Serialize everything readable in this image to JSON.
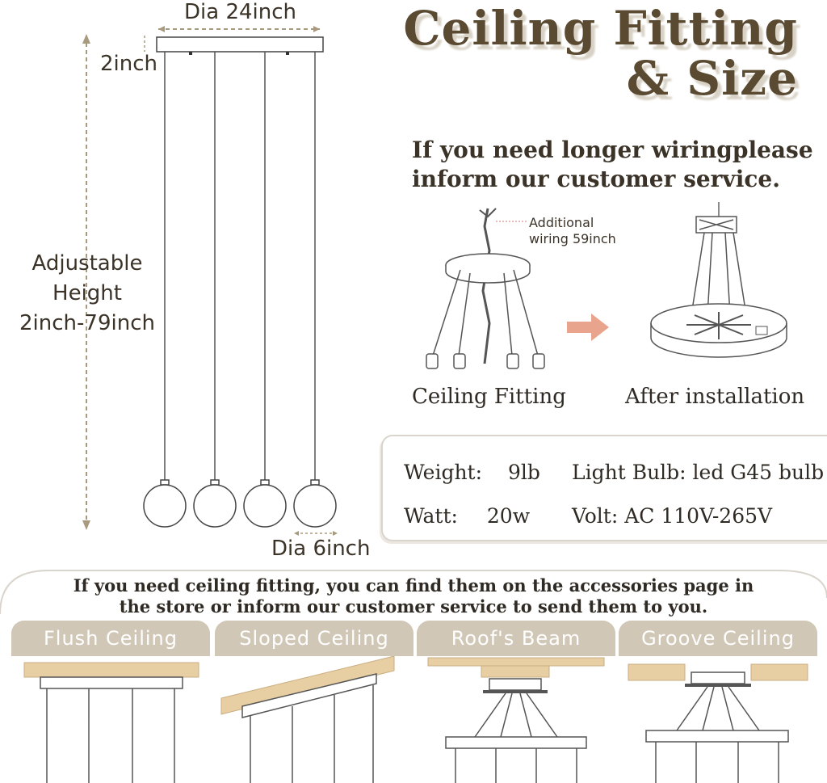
{
  "title": {
    "line1": "Ceiling Fitting",
    "line2": "& Size"
  },
  "wiring_note": {
    "line1": "If you need longer wiringplease",
    "line2": "inform our customer service."
  },
  "dimensions": {
    "diameter": "Dia 24inch",
    "canopy_height": "2inch",
    "adjustable_line1": "Adjustable",
    "adjustable_line2": "Height",
    "adjustable_line3": "2inch-79inch",
    "globe_diameter": "Dia 6inch"
  },
  "fitting_diagram": {
    "additional_wiring_line1": "Additional",
    "additional_wiring_line2": "wiring 59inch",
    "caption_left": "Ceiling Fitting",
    "caption_right": "After installation"
  },
  "specs": {
    "weight_label": "Weight:",
    "weight_value": "9lb",
    "bulb_label": "Light Bulb:",
    "bulb_value": "led G45 bulb",
    "watt_label": "Watt:",
    "watt_value": "20w",
    "volt_label": "Volt:",
    "volt_value": "AC 110V-265V"
  },
  "accessory_note": {
    "line1": "If you need ceiling fitting, you can find them on the accessories page in",
    "line2": "the store or inform our customer service to send them to you."
  },
  "ceiling_types": [
    "Flush Ceiling",
    "Sloped Ceiling",
    "Roof's Beam",
    "Groove Ceiling"
  ],
  "colors": {
    "title": "#5a4a32",
    "panel_header": "#d1c7b6",
    "wood": "#e8cfa3",
    "arrow": "#e8a48c"
  }
}
